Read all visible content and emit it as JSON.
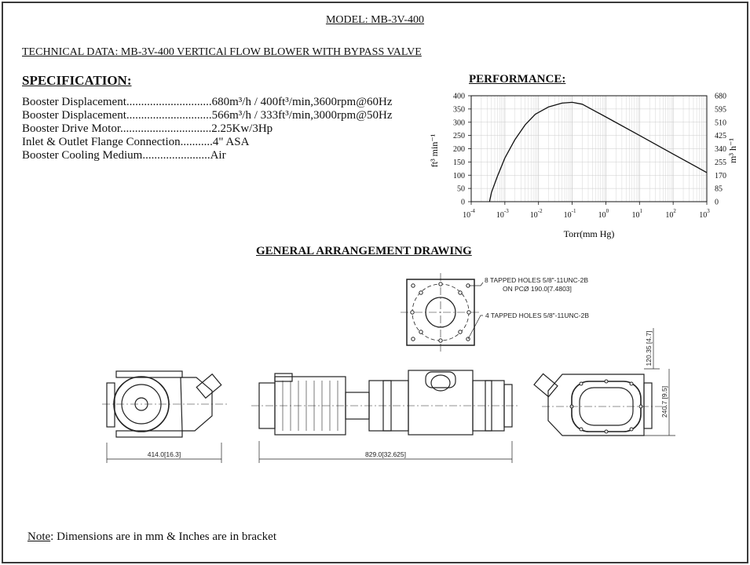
{
  "document": {
    "model": "MODEL: MB-3V-400",
    "technical_data": "TECHNICAL DATA: MB-3V-400 VERTICAl FLOW BLOWER WITH BYPASS VALVE"
  },
  "specification": {
    "heading": "SPECIFICATION:",
    "rows": [
      {
        "label": "Booster Displacement.............................",
        "value": "680m³/h / 400ft³/min,3600rpm@60Hz"
      },
      {
        "label": "Booster Displacement.............................",
        "value": "566m³/h / 333ft³/min,3000rpm@50Hz"
      },
      {
        "label": "Booster Drive Motor...............................",
        "value": "2.25Kw/3Hp"
      },
      {
        "label": "Inlet & Outlet Flange Connection...........",
        "value": "4\" ASA"
      },
      {
        "label": "Booster Cooling Medium.......................",
        "value": "Air"
      }
    ]
  },
  "performance": {
    "heading": "PERFORMANCE:"
  },
  "chart_data": {
    "type": "line",
    "title": "",
    "xlabel": "Torr(mm Hg)",
    "ylabel": "ft³ min⁻¹",
    "y2label": "m³ h⁻¹",
    "x_scale": "log",
    "xlim": [
      0.0001,
      1000
    ],
    "ylim": [
      0,
      400
    ],
    "y2lim": [
      0,
      680
    ],
    "x_ticks": [
      {
        "base": "10",
        "exp": "-4"
      },
      {
        "base": "10",
        "exp": "-3"
      },
      {
        "base": "10",
        "exp": "-2"
      },
      {
        "base": "10",
        "exp": "-1"
      },
      {
        "base": "10",
        "exp": "0"
      },
      {
        "base": "10",
        "exp": "1"
      },
      {
        "base": "10",
        "exp": "2"
      },
      {
        "base": "10",
        "exp": "3"
      }
    ],
    "y_ticks": [
      "0",
      "50",
      "100",
      "150",
      "200",
      "250",
      "300",
      "350",
      "400"
    ],
    "y2_ticks": [
      "0",
      "85",
      "170",
      "255",
      "340",
      "425",
      "510",
      "595",
      "680"
    ],
    "grid": true,
    "series": [
      {
        "x": [
          0.00035,
          0.0004,
          0.0006,
          0.001,
          0.002,
          0.004,
          0.008,
          0.02,
          0.05,
          0.1,
          0.2,
          1,
          10,
          100,
          1000
        ],
        "values": [
          0,
          35,
          95,
          165,
          235,
          290,
          330,
          358,
          372,
          375,
          368,
          320,
          250,
          180,
          110
        ]
      }
    ]
  },
  "drawing": {
    "heading": "GENERAL ARRANGEMENT DRAWING",
    "annotations": {
      "holes_8": "8 TAPPED HOLES 5/8\"-11UNC-2B",
      "pcd": "ON PCØ 190.0[7.4803]",
      "holes_4": "4 TAPPED HOLES 5/8\"-11UNC-2B"
    },
    "dimensions": {
      "width_side": "414.0[16.3]",
      "length": "829.0[32.625]",
      "height_flange": "120.35 [4.7]",
      "height_total": "240.7 [9.5]"
    }
  },
  "note": {
    "label": "Note",
    "text": ": Dimensions are in mm & Inches are in bracket"
  },
  "colors": {
    "ink": "#111111",
    "frame": "#3a3a3a",
    "grid": "#cccccc",
    "background": "#ffffff"
  }
}
